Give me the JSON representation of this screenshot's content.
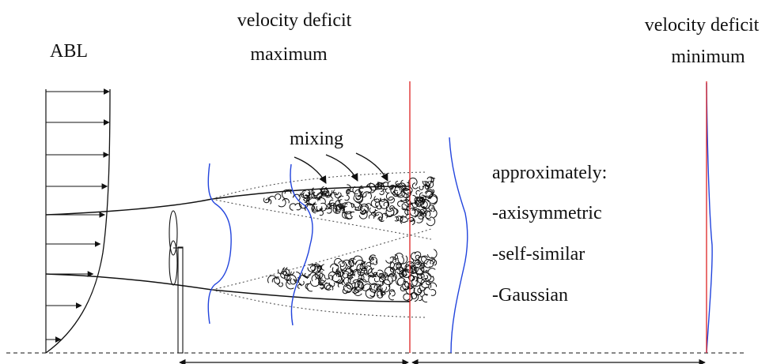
{
  "labels": {
    "abl": "ABL",
    "deficit_max_line1": "velocity deficit",
    "deficit_max_line2": "maximum",
    "deficit_min_line1": "velocity deficit",
    "deficit_min_line2": "minimum",
    "mixing": "mixing",
    "approx_title": "approximately:",
    "approx_items": [
      "-axisymmetric",
      "-self-similar",
      "-Gaussian"
    ]
  },
  "colors": {
    "ink": "#111111",
    "profile_blue": "#2244dd",
    "plane_red": "#dd2222",
    "dotted": "#555555"
  }
}
